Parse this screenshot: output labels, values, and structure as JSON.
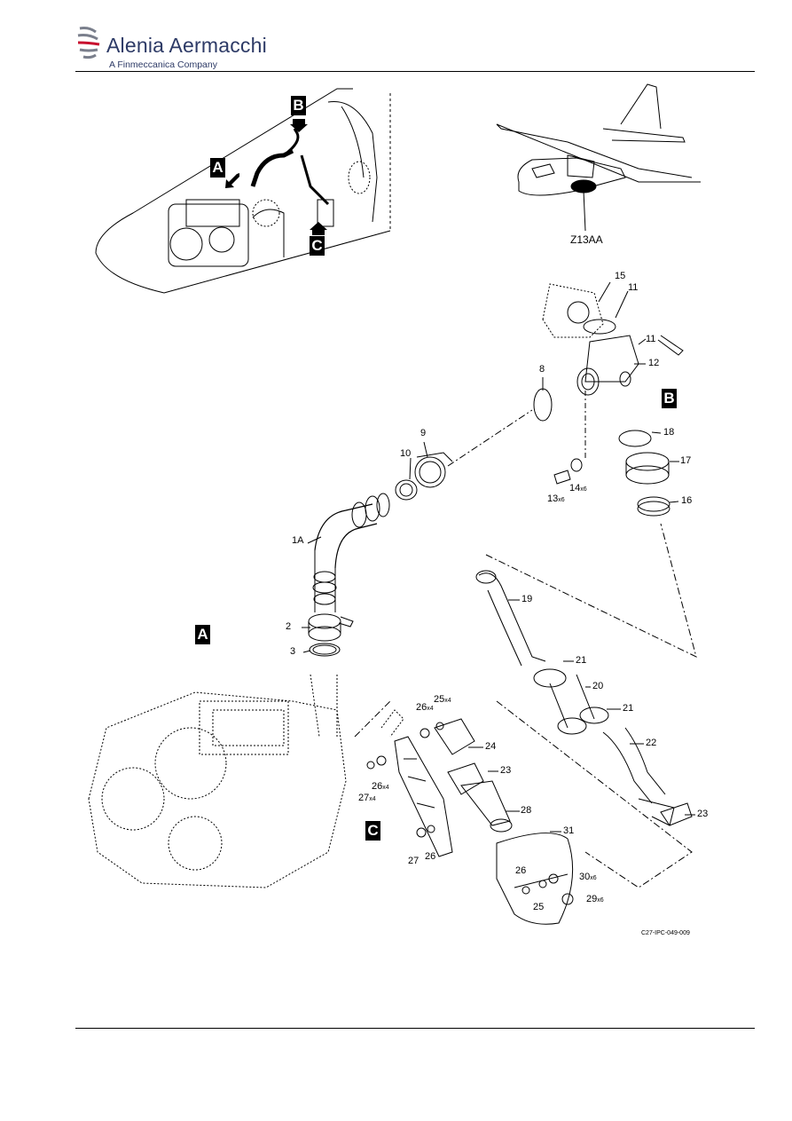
{
  "header": {
    "company": "Alenia Aermacchi",
    "tagline": "A Finmeccanica Company"
  },
  "views": {
    "a": "A",
    "b": "B",
    "c": "C"
  },
  "location_label": "Z13AA",
  "figure_ref": "C27-IPC-049-009",
  "callouts": {
    "c1A": "1A",
    "c2": "2",
    "c3": "3",
    "c8": "8",
    "c9": "9",
    "c10": "10",
    "c11a": "11",
    "c11b": "11",
    "c12": "12",
    "c13": "13",
    "c13q": "x6",
    "c14": "14",
    "c14q": "x6",
    "c15": "15",
    "c16": "16",
    "c17": "17",
    "c18": "18",
    "c19": "19",
    "c20": "20",
    "c21a": "21",
    "c21b": "21",
    "c22": "22",
    "c23a": "23",
    "c23b": "23",
    "c24": "24",
    "c25a": "25",
    "c25aq": "x4",
    "c25b": "25",
    "c26a": "26",
    "c26aq": "x4",
    "c26b": "26",
    "c26bq": "x4",
    "c26c": "26",
    "c26d": "26",
    "c27a": "27",
    "c27aq": "x4",
    "c27b": "27",
    "c28": "28",
    "c29": "29",
    "c29q": "x6",
    "c30": "30",
    "c30q": "x6",
    "c31": "31"
  },
  "colors": {
    "brand_text": "#2d3a66",
    "logo_red": "#c8102e",
    "logo_grey": "#7a7f8c"
  }
}
